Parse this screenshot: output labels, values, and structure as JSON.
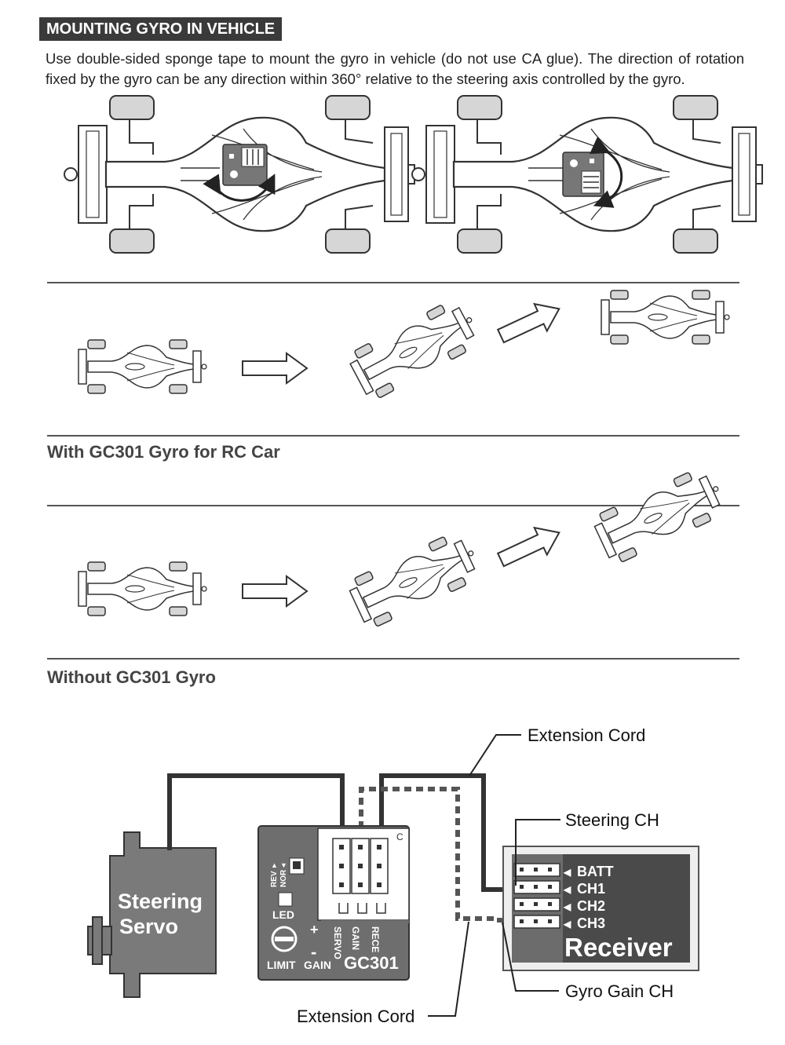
{
  "section": {
    "title": "MOUNTING GYRO IN VEHICLE",
    "intro": "Use double-sided sponge tape to mount the gyro in vehicle (do not use CA glue). The direction of rotation fixed by the gyro can be any direction within 360° relative to the steering axis controlled by the gyro."
  },
  "captions": {
    "with_gyro": "With GC301 Gyro for RC Car",
    "without_gyro": "Without GC301 Gyro"
  },
  "wiring": {
    "extension_cord_top": "Extension Cord",
    "extension_cord_bottom": "Extension Cord",
    "steering_ch": "Steering CH",
    "gyro_gain_ch": "Gyro Gain CH",
    "servo_line1": "Steering",
    "servo_line2": "Servo",
    "receiver": {
      "name": "Receiver",
      "ports": [
        "BATT",
        "CH1",
        "CH2",
        "CH3"
      ]
    },
    "gyro": {
      "model": "GC301",
      "rev": "REV",
      "nor": "NOR",
      "led": "LED",
      "limit": "LIMIT",
      "gain": "GAIN",
      "plus": "+",
      "minus": "-",
      "ports": [
        "SERVO",
        "GAIN",
        "RECE"
      ]
    }
  },
  "colors": {
    "tag_bg": "#3a3a3a",
    "line": "#555555",
    "module": "#6e6e6e",
    "wheel": "#d6d6d6"
  }
}
